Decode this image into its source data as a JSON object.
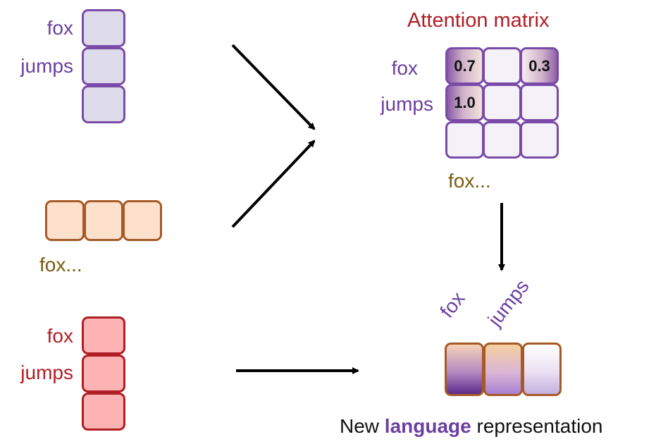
{
  "queries": {
    "labels": [
      "fox",
      "jumps"
    ]
  },
  "keys": {
    "label": "fox..."
  },
  "values": {
    "labels": [
      "fox",
      "jumps"
    ]
  },
  "attention": {
    "title": "Attention matrix",
    "row_labels": [
      "fox",
      "jumps"
    ],
    "col_label": "fox...",
    "cells": [
      [
        "0.7",
        "",
        "0.3"
      ],
      [
        "1.0",
        "",
        ""
      ],
      [
        "",
        "",
        ""
      ]
    ]
  },
  "output": {
    "column_labels": [
      "fox",
      "jumps"
    ],
    "caption_prefix": "New ",
    "caption_highlight": "language",
    "caption_suffix": " representation"
  },
  "colors": {
    "query": "#7a4aa8",
    "key": "#a65a26",
    "value": "#b01e25",
    "title": "#b01e25",
    "highlight": "#6b3fa0"
  }
}
